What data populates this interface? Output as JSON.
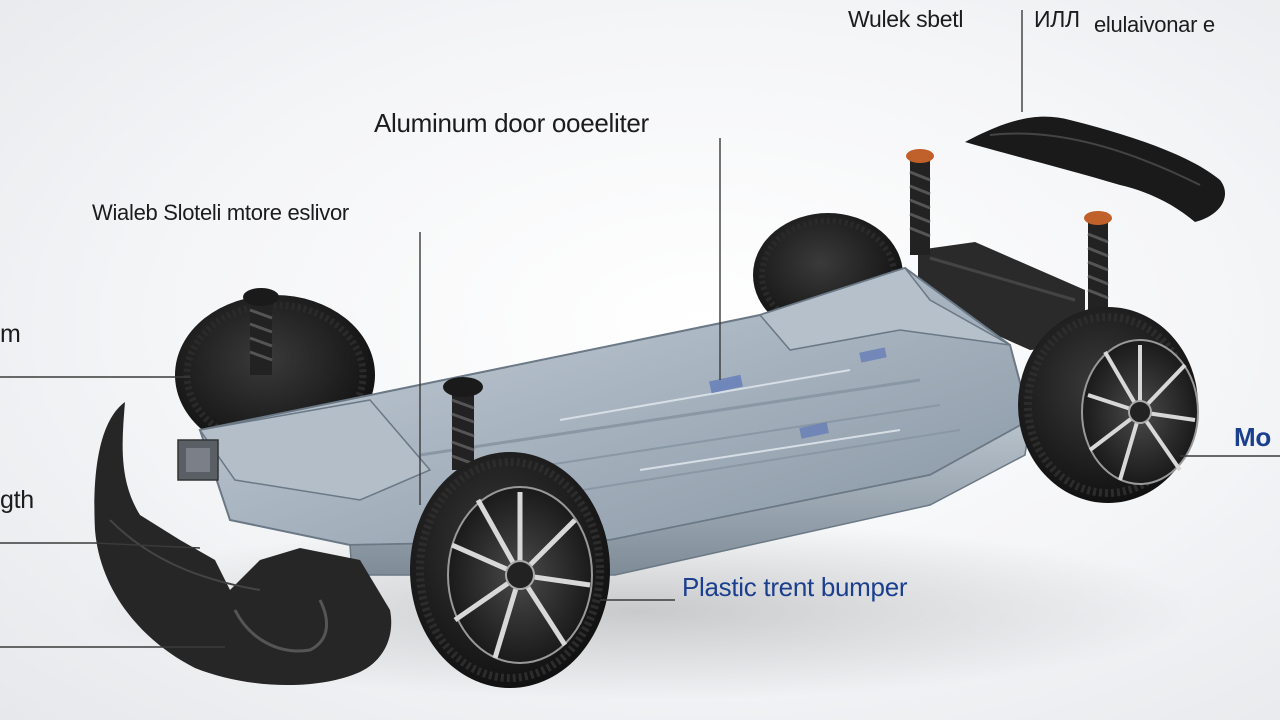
{
  "labels": {
    "top_right_a": "Wulek sbetl",
    "top_right_glyphs": "ИЛЛ",
    "top_right_b": "elulaivonar e",
    "aluminum_door": "Aluminum door ooeeliter",
    "weld_steel": "Wialeb Sloteli mtore eslivor",
    "left_m": "m",
    "left_gth": "gth",
    "right_mo": "Mo",
    "plastic_bumper": "Plastic trent bumper"
  },
  "colors": {
    "label_dark": "#1c1c1c",
    "label_blue": "#1b3f8f",
    "leader_line": "#3a3a3a",
    "chassis": "#9aa7b4",
    "tire": "#1a1a1a",
    "bumper": "#262626"
  }
}
